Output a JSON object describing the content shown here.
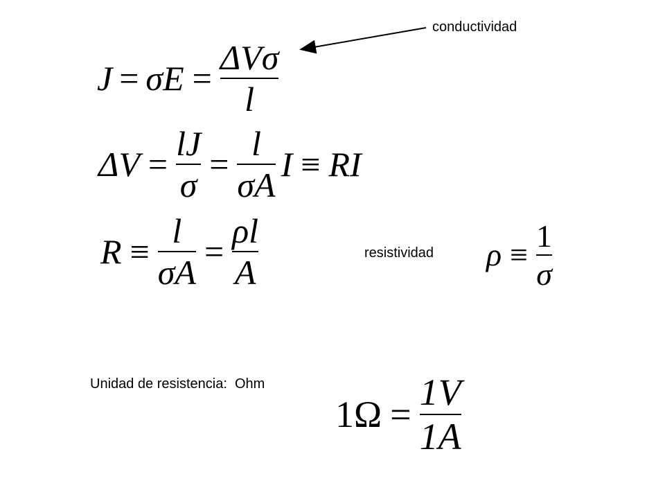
{
  "labels": {
    "conductividad": "conductividad",
    "resistividad": "resistividad",
    "unidad": "Unidad de resistencia:  Ohm"
  },
  "eq1": {
    "lhs": "J",
    "eq1": "=",
    "mid": "σE",
    "eq2": "=",
    "num": "ΔVσ",
    "den": "l"
  },
  "eq2": {
    "lhs": "ΔV",
    "eq1": "=",
    "num1": "lJ",
    "den1": "σ",
    "eq2": "=",
    "num2": "l",
    "den2": "σA",
    "after": "I",
    "equiv": "≡",
    "rhs": "RI"
  },
  "eq3": {
    "lhs": "R",
    "equiv": "≡",
    "num1": "l",
    "den1": "σA",
    "eq": "=",
    "num2": "ρl",
    "den2": "A"
  },
  "eq4": {
    "lhs": "ρ",
    "equiv": "≡",
    "num": "1",
    "den": "σ"
  },
  "eq5": {
    "lhs": "1Ω",
    "eq": "=",
    "num": "1V",
    "den": "1A"
  }
}
